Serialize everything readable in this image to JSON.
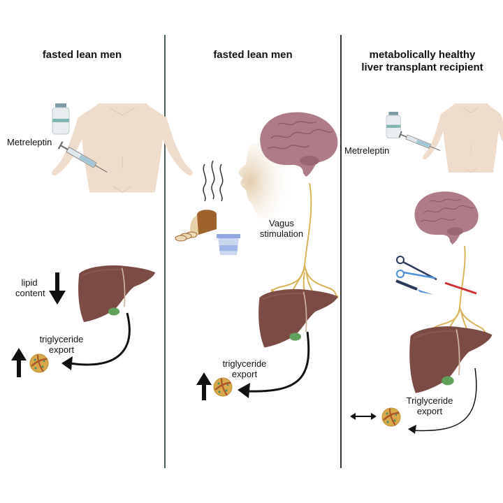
{
  "panels": [
    {
      "id": "panel-1",
      "title": "fasted lean men",
      "drug_label": "Metreleptin",
      "lipid_label_line1": "lipid",
      "lipid_label_line2": "content",
      "lipid_direction": "down",
      "export_label_line1": "triglyceride",
      "export_label_line2": "export",
      "export_direction": "up"
    },
    {
      "id": "panel-2",
      "title": "fasted lean men",
      "vagus_label_line1": "Vagus",
      "vagus_label_line2": "stimulation",
      "export_label_line1": "triglyceride",
      "export_label_line2": "export",
      "export_direction": "up"
    },
    {
      "id": "panel-3",
      "title_line1": "metabolically healthy",
      "title_line2": "liver transplant recipient",
      "drug_label": "Metreleptin",
      "export_label_line1": "Triglyceride",
      "export_label_line2": "export",
      "export_direction": "unchanged"
    }
  ],
  "icons": [
    "vial-icon",
    "syringe-icon",
    "body-icon",
    "liver-icon",
    "lipoprotein-icon",
    "brain-icon",
    "face-icon",
    "bread-icon",
    "yogurt-icon",
    "aroma-icon",
    "vagus-nerve-icon",
    "scissors-icon",
    "scalpel-icon",
    "nerve-cut-icon",
    "arrow-up-icon",
    "arrow-down-icon",
    "double-arrow-icon"
  ],
  "colors": {
    "liver": "#7d4a44",
    "gallbladder": "#5fa35a",
    "nerve": "#d9b35a",
    "skin": "#f0dccb",
    "brain": "#b07b86",
    "lipoprotein": "#d9a84a",
    "cut_line": "#d03030",
    "divider": "#4b5e5a"
  }
}
